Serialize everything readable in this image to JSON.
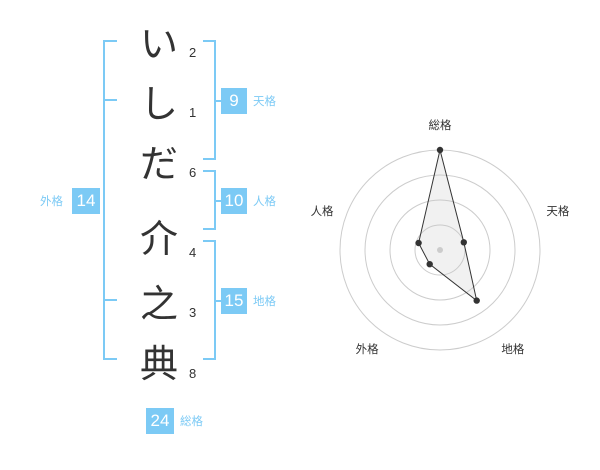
{
  "name_chars": [
    {
      "char": "い",
      "strokes": "2"
    },
    {
      "char": "し",
      "strokes": "1"
    },
    {
      "char": "だ",
      "strokes": "6"
    },
    {
      "char": "介",
      "strokes": "4"
    },
    {
      "char": "之",
      "strokes": "3"
    },
    {
      "char": "典",
      "strokes": "8"
    }
  ],
  "kakusu": {
    "tenkaku": {
      "value": "9",
      "label": "天格"
    },
    "jinkaku": {
      "value": "10",
      "label": "人格"
    },
    "chikaku": {
      "value": "15",
      "label": "地格"
    },
    "gaikaku": {
      "value": "14",
      "label": "外格"
    },
    "soukaku": {
      "value": "24",
      "label": "総格"
    }
  },
  "accent_color": "#7ccaf5",
  "chart_data": {
    "type": "radar",
    "axes": [
      "総格",
      "天格",
      "地格",
      "外格",
      "人格"
    ],
    "values": [
      4,
      1,
      2.5,
      0.7,
      0.9
    ],
    "rmax": 4,
    "rings": 4
  }
}
